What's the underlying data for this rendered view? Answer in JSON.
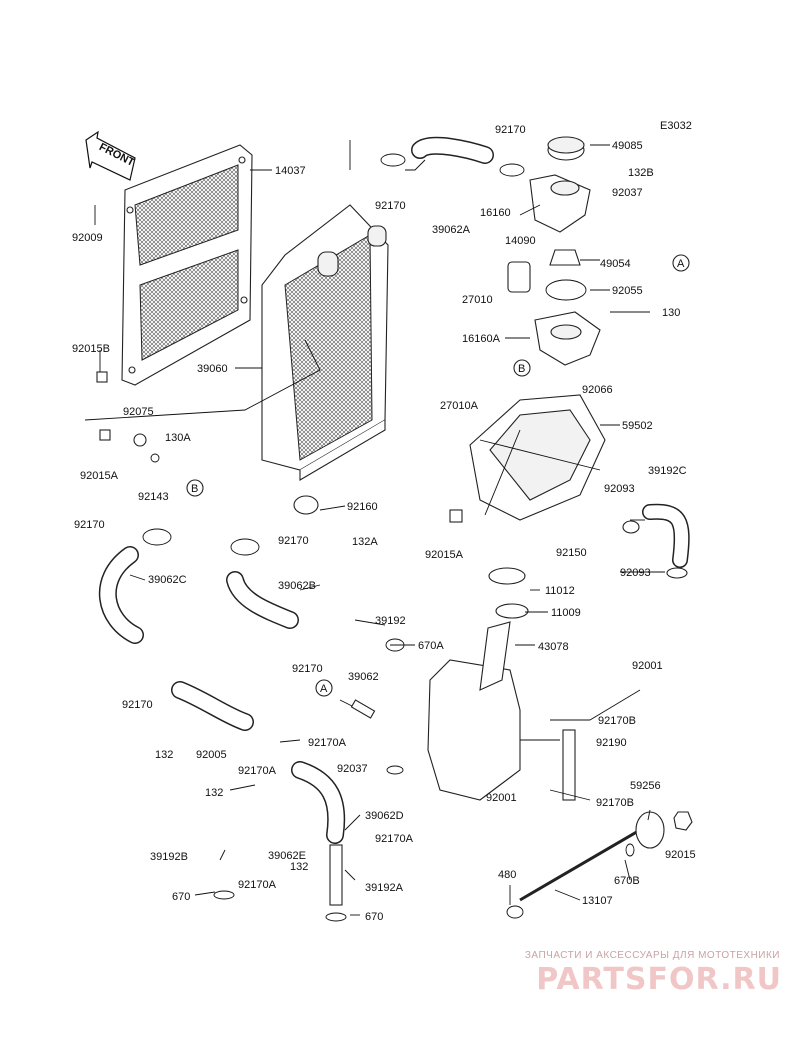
{
  "diagram_code": "E3032",
  "front_label": "FRONT",
  "watermark": {
    "tagline": "ЗАПЧАСТИ И АКСЕССУАРЫ ДЛЯ МОТОТЕХНИКИ",
    "logo": "PARTSFOR.RU"
  },
  "parts": {
    "p14037": "14037",
    "p92009": "92009",
    "p92015B": "92015B",
    "p39060": "39060",
    "p92075": "92075",
    "p130A": "130A",
    "p92015A_l": "92015A",
    "p92143": "92143",
    "pB1": "B",
    "p92170_l": "92170",
    "p39062C": "39062C",
    "p92170_top": "92170",
    "p92170_top2": "92170",
    "p39062A": "39062A",
    "p49085": "49085",
    "p132B": "132B",
    "p92037_t": "92037",
    "p16160": "16160",
    "p14090": "14090",
    "p49054": "49054",
    "pA1": "A",
    "p27010": "27010",
    "p92055": "92055",
    "p130": "130",
    "p16160A": "16160A",
    "pB2": "B",
    "p92066": "92066",
    "p27010A": "27010A",
    "p59502": "59502",
    "p92093_a": "92093",
    "p39192C": "39192C",
    "p92160": "92160",
    "p92015A_m": "92015A",
    "p92150": "92150",
    "p92093_b": "92093",
    "p92170_m": "92170",
    "p132A": "132A",
    "p11012": "11012",
    "p39062B": "39062B",
    "p11009": "11009",
    "p39192": "39192",
    "p670A": "670A",
    "p43078": "43078",
    "p92170_m2": "92170",
    "pA2": "A",
    "p39062": "39062",
    "p92001_a": "92001",
    "p92170B_a": "92170B",
    "p92170_l2": "92170",
    "p132": "132",
    "p92005": "92005",
    "p92170A_a": "92170A",
    "p92190": "92190",
    "p92037_b": "92037",
    "p92170A_b": "92170A",
    "p132_b": "132",
    "p39062D": "39062D",
    "p92001_b": "92001",
    "p92170B_b": "92170B",
    "p59256": "59256",
    "p92170A_c": "92170A",
    "p39192B": "39192B",
    "p39062E": "39062E",
    "p92170A_d": "92170A",
    "p132_c": "132",
    "p39192A": "39192A",
    "p92015": "92015",
    "p480": "480",
    "p670B": "670B",
    "p13107": "13107",
    "p670_a": "670",
    "p670_b": "670"
  }
}
